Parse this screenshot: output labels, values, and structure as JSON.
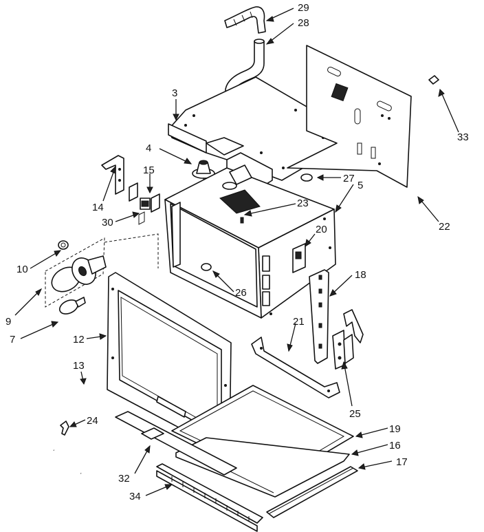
{
  "callouts": [
    {
      "key": "p29",
      "text": "29"
    },
    {
      "key": "p28",
      "text": "28"
    },
    {
      "key": "p3",
      "text": "3"
    },
    {
      "key": "p33",
      "text": "33"
    },
    {
      "key": "p4",
      "text": "4"
    },
    {
      "key": "p15",
      "text": "15"
    },
    {
      "key": "p27",
      "text": "27"
    },
    {
      "key": "p5",
      "text": "5"
    },
    {
      "key": "p14",
      "text": "14"
    },
    {
      "key": "p23",
      "text": "23"
    },
    {
      "key": "p22",
      "text": "22"
    },
    {
      "key": "p30",
      "text": "30"
    },
    {
      "key": "p20",
      "text": "20"
    },
    {
      "key": "p10",
      "text": "10"
    },
    {
      "key": "p18",
      "text": "18"
    },
    {
      "key": "p26",
      "text": "26"
    },
    {
      "key": "p9",
      "text": "9"
    },
    {
      "key": "p21",
      "text": "21"
    },
    {
      "key": "p7",
      "text": "7"
    },
    {
      "key": "p12",
      "text": "12"
    },
    {
      "key": "p13",
      "text": "13"
    },
    {
      "key": "p25",
      "text": "25"
    },
    {
      "key": "p24",
      "text": "24"
    },
    {
      "key": "p19",
      "text": "19"
    },
    {
      "key": "p16",
      "text": "16"
    },
    {
      "key": "p17",
      "text": "17"
    },
    {
      "key": "p32",
      "text": "32"
    },
    {
      "key": "p34",
      "text": "34"
    }
  ]
}
